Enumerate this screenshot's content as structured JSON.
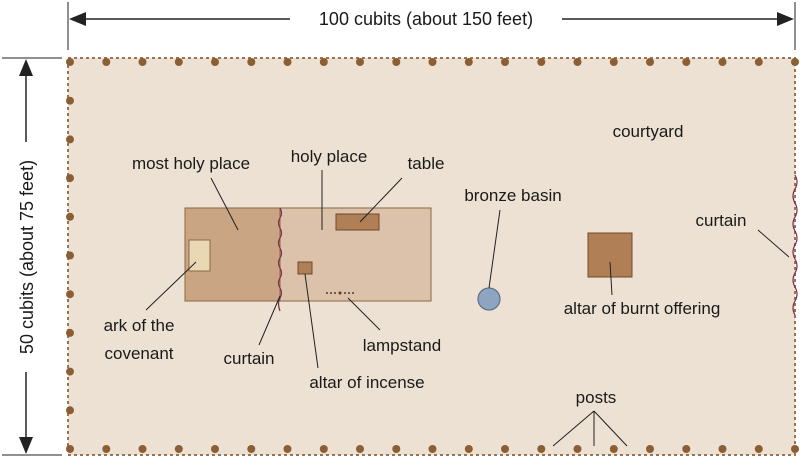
{
  "dimensions": {
    "width_label": "100 cubits (about 150 feet)",
    "height_label": "50 cubits (about 75 feet)"
  },
  "labels": {
    "courtyard": "courtyard",
    "most_holy_place": "most holy place",
    "holy_place": "holy place",
    "table": "table",
    "bronze_basin": "bronze basin",
    "curtain_east": "curtain",
    "ark_line1": "ark of the",
    "ark_line2": "covenant",
    "curtain_inner": "curtain",
    "altar_of_incense": "altar of incense",
    "lampstand": "lampstand",
    "altar_of_burnt_offering": "altar of burnt offering",
    "posts": "posts"
  },
  "colors": {
    "courtyard_fill": "#ede1d3",
    "border": "#9a7350",
    "post": "#8b5e34",
    "holy_place_fill": "#dcc2ab",
    "most_holy_place_fill": "#c9a584",
    "furniture_fill": "#b07f56",
    "ark_fill": "#ead7b4",
    "basin_fill": "#8fa4c0",
    "basin_stroke": "#5d6f8a",
    "curtain": "#7b2a4a",
    "dimension_line": "#222222"
  }
}
